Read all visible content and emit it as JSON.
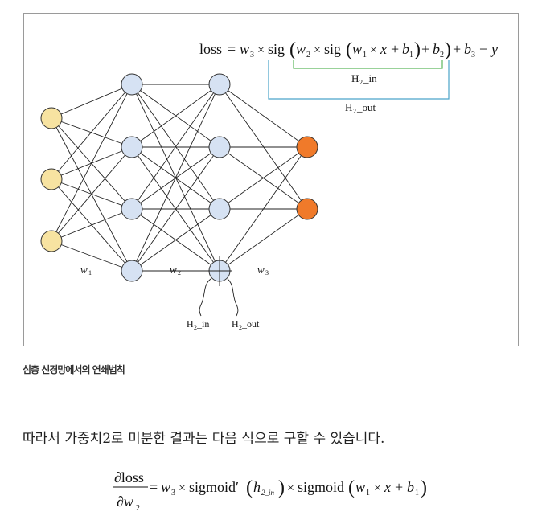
{
  "figure": {
    "equation": {
      "lhs": "loss",
      "eq": "=",
      "w3": "w",
      "w3_sub": "3",
      "times": "×",
      "sig": "sig",
      "w2": "w",
      "w2_sub": "2",
      "w1": "w",
      "w1_sub": "1",
      "x": "x",
      "plus": "+",
      "b1": "b",
      "b1_sub": "1",
      "b2": "b",
      "b2_sub": "2",
      "b3": "b",
      "b3_sub": "3",
      "minus": "−",
      "y": "y"
    },
    "bracket_inner_label": "H",
    "bracket_inner_sub": "2",
    "bracket_inner_suffix": "_in",
    "bracket_outer_label": "H",
    "bracket_outer_sub": "2",
    "bracket_outer_suffix": "_out",
    "weight_labels": [
      {
        "base": "w",
        "sub": "1"
      },
      {
        "base": "w",
        "sub": "2"
      },
      {
        "base": "w",
        "sub": "3"
      }
    ],
    "node_labels": {
      "in": {
        "base": "H",
        "sub": "2",
        "suffix": "_in"
      },
      "out": {
        "base": "H",
        "sub": "2",
        "suffix": "_out"
      }
    },
    "colors": {
      "input": "#f7e3a1",
      "hidden": "#d6e2f3",
      "output": "#f07a2a",
      "node_stroke": "#333333",
      "inner_bracket": "#5cb85c",
      "outer_bracket": "#4aa3c9"
    }
  },
  "caption": "심층 신경망에서의 연쇄법칙",
  "body_text": "따라서 가중치2로 미분한 결과는 다음 식으로 구할 수 있습니다.",
  "derivative": {
    "numerator": "∂loss",
    "denominator_base": "∂w",
    "denominator_sub": "2",
    "eq": "=",
    "w3": "w",
    "w3_sub": "3",
    "times1": "×",
    "sigmoid_prime": "sigmoid′",
    "h": "h",
    "h_sub": "2_in",
    "times2": "×",
    "sigmoid": "sigmoid",
    "w1": "w",
    "w1_sub": "1",
    "times3": "×",
    "x": "x",
    "plus": "+",
    "b1": "b",
    "b1_sub": "1"
  }
}
